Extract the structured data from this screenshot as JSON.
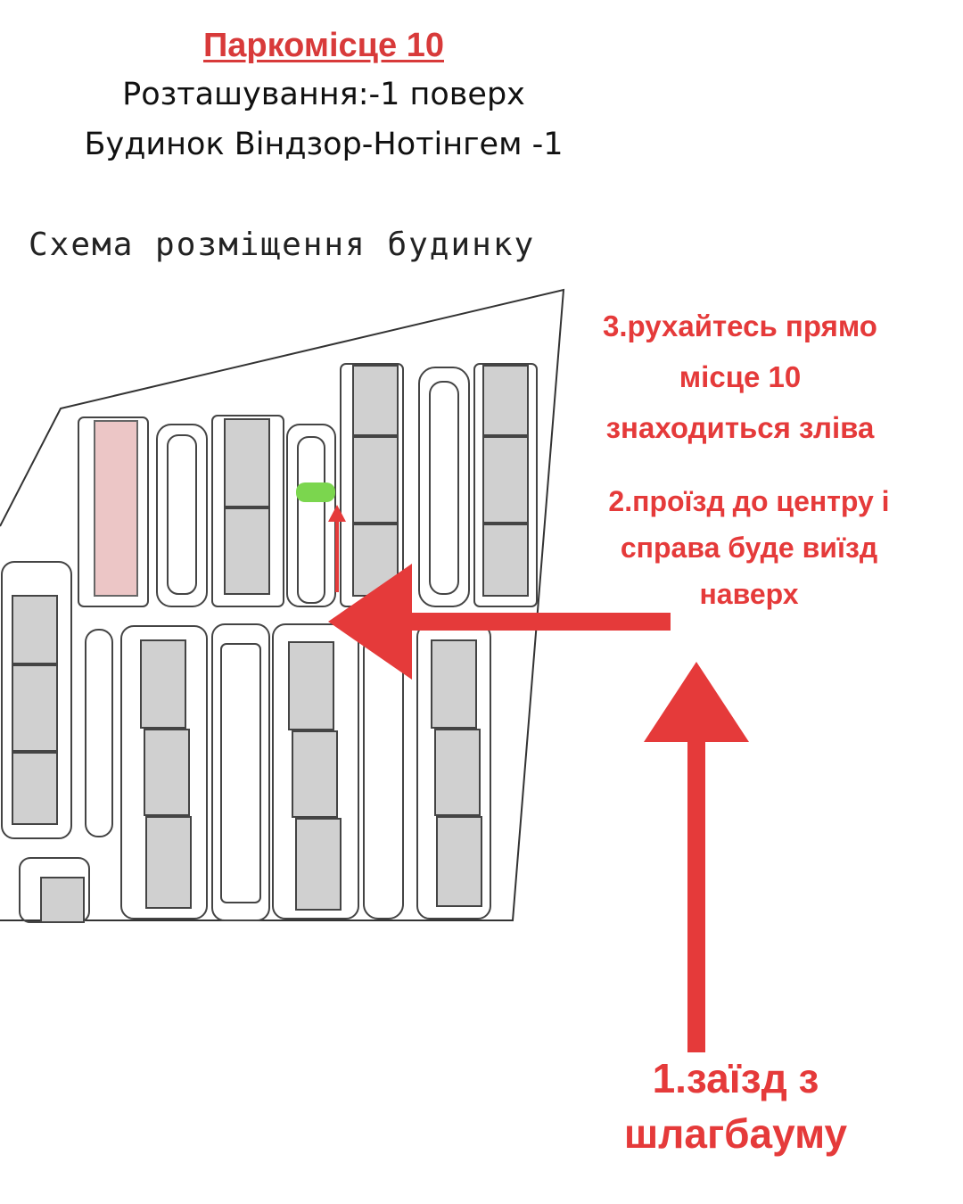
{
  "header": {
    "title": "Паркомісце 10",
    "location": "Розташування:-1 поверх",
    "building": "Будинок Віндзор-Нотінгем -1"
  },
  "scheme_label": "Схема розміщення будинку",
  "steps": {
    "step3_lines": [
      "3.рухайтесь прямо",
      "місце 10",
      "знаходиться зліва"
    ],
    "step2_lines": [
      "2.проїзд до центру і",
      "справа буде виїзд",
      "наверх"
    ],
    "step1_lines": [
      "1.заїзд з",
      "шлагбауму"
    ]
  },
  "colors": {
    "accent_red": "#e53a3a",
    "spot_green": "#7bd64e",
    "pink_block": "#ecc6c6",
    "gray_block": "#d0d0d0"
  }
}
